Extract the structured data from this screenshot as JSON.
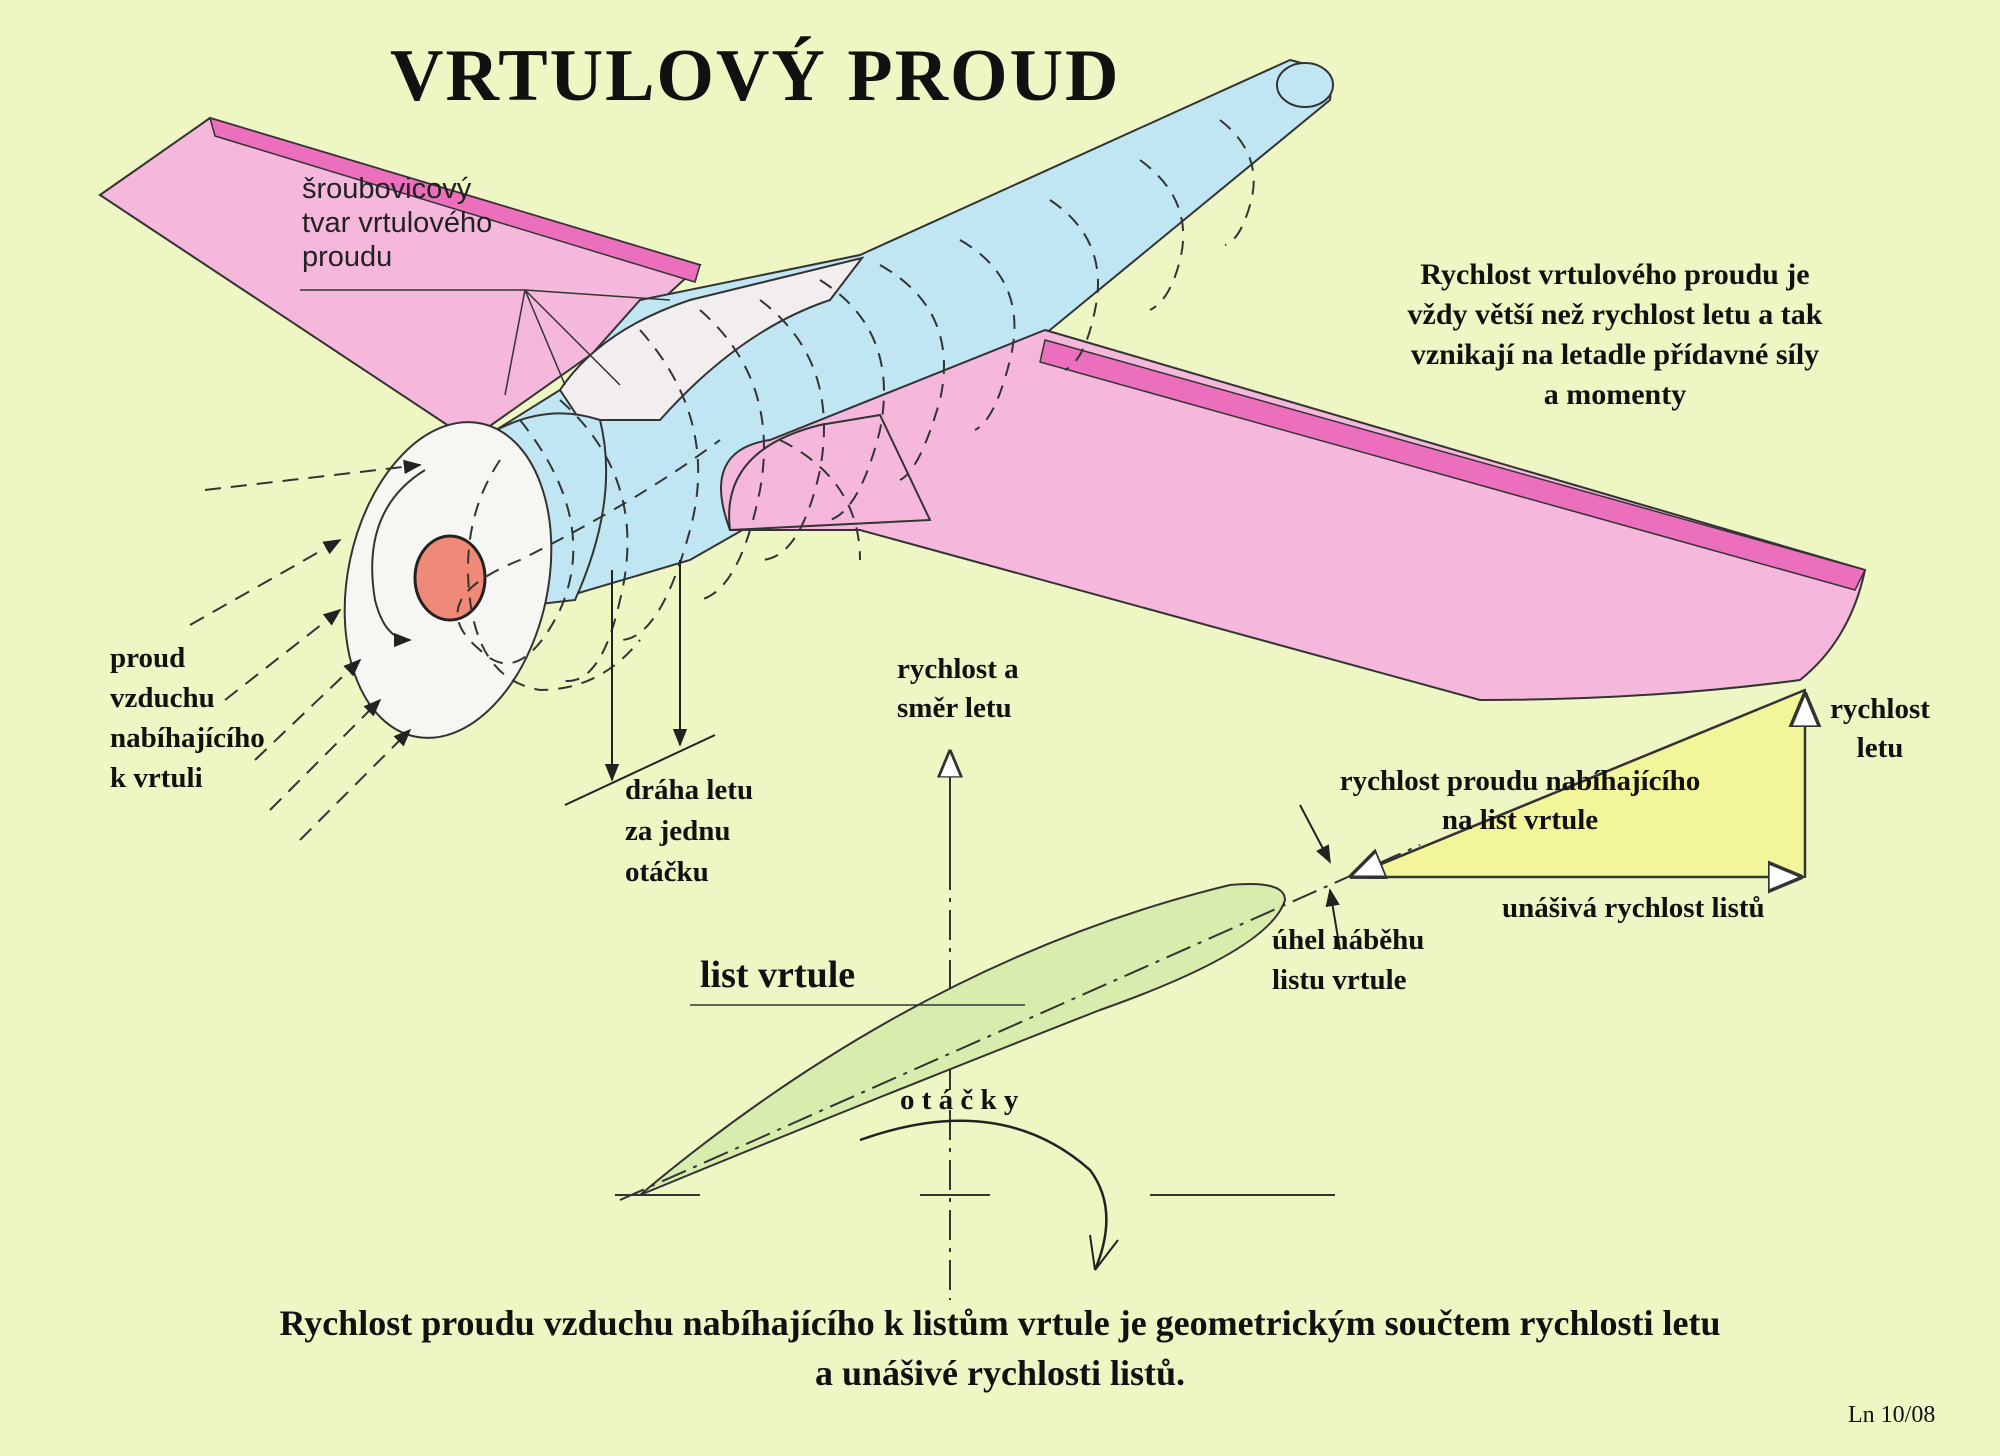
{
  "title": "VRTULOVÝ  PROUD",
  "labels": {
    "helical": "šroubovicový\ntvar vrtulového\nproudu",
    "info": "Rychlost vrtulového proudu je\nvždy větší než rychlost letu a tak\nvznikají na letadle přídavné síly\na momenty",
    "inflow": "proud\nvzduchu\nnabíhajícího\nk vrtuli",
    "path": "dráha letu\nza jednu\notáčku",
    "speed_direction": "rychlost a\nsměr letu",
    "flight_speed": "rychlost\nletu",
    "relative_flow": "rychlost proudu nabíhajícího\nna list vrtule",
    "rotational_speed": "unášivá rychlost listů",
    "attack_angle": "úhel náběhu\nlistu vrtule",
    "blade": "list vrtule",
    "rpm": "o t á č k y",
    "conclusion": "Rychlost proudu vzduchu nabíhajícího k listům vrtule je geometrickým součtem rychlosti letu\na unášivé rychlosti listů.",
    "code": "Ln 10/08"
  },
  "colors": {
    "background": "#eef6c4",
    "wing": "#f5b8dc",
    "wing_edge": "#ec6fbd",
    "fuselage": "#bfe6f2",
    "canopy": "#f2eef0",
    "spinner": "#f08a78",
    "disc": "#f6f6f2",
    "blade": "#d7ecad",
    "triangle": "#f2f59a"
  }
}
